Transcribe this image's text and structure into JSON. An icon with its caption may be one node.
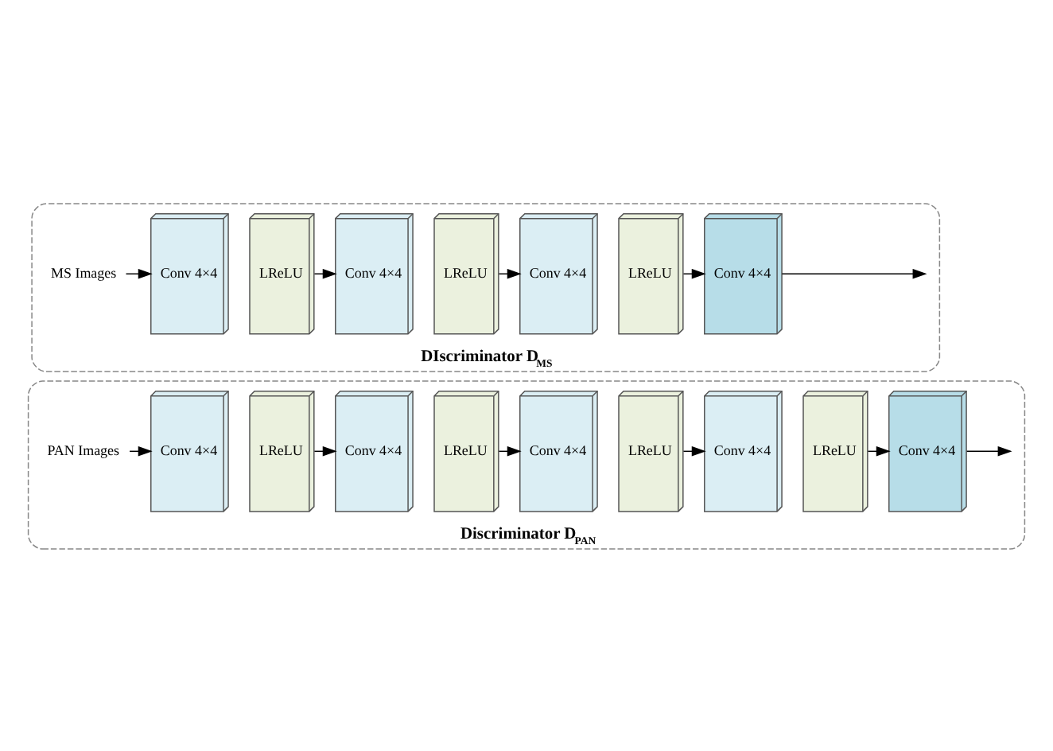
{
  "diagram": {
    "nodes": [
      {
        "text": [
          "DIscriminator D$_{MS}$"
        ]
      },
      {
        "text": [
          "MS Images"
        ],
        "in": 0
      },
      {
        "text": [
          "Conv 4×4"
        ],
        "in": 0
      },
      {
        "text": [
          "LReLU"
        ],
        "in": 0
      },
      {
        "text": [
          "Conv 4×4"
        ],
        "in": 0
      },
      {
        "text": [
          "LReLU"
        ],
        "in": 0
      },
      {
        "text": [
          "Conv 4×4"
        ],
        "in": 0
      },
      {
        "text": [
          "LReLU"
        ],
        "in": 0
      },
      {
        "text": [
          "Conv 4×4"
        ],
        "in": 0
      },
      {
        "text": [
          "Discriminator D$_{PAN}$"
        ]
      },
      {
        "text": [
          "PAN Images"
        ],
        "in": 9
      },
      {
        "text": [
          "Conv 4×4"
        ],
        "in": 9
      },
      {
        "text": [
          "LReLU"
        ],
        "in": 9
      },
      {
        "text": [
          "Conv 4×4"
        ],
        "in": 9
      },
      {
        "text": [
          "LReLU"
        ],
        "in": 9
      },
      {
        "text": [
          "Conv 4×4"
        ],
        "in": 9
      },
      {
        "text": [
          "LReLU"
        ],
        "in": 9
      },
      {
        "text": [
          "Conv 4×4"
        ],
        "in": 9
      },
      {
        "text": [
          "LReLU"
        ],
        "in": 9
      },
      {
        "text": [
          "Conv 4×4"
        ],
        "in": 9
      }
    ],
    "edges": [
      {
        "from": 1,
        "to": 2,
        "arrow": "to"
      },
      {
        "from": 3,
        "to": 4,
        "arrow": "to"
      },
      {
        "from": 5,
        "to": 6,
        "arrow": "to"
      },
      {
        "from": 7,
        "to": 8,
        "arrow": "to"
      },
      {
        "from": 8,
        "to": null,
        "arrow": "to"
      },
      {
        "from": 10,
        "to": 11,
        "arrow": "to"
      },
      {
        "from": 12,
        "to": 13,
        "arrow": "to"
      },
      {
        "from": 14,
        "to": 15,
        "arrow": "to"
      },
      {
        "from": 16,
        "to": 17,
        "arrow": "to"
      },
      {
        "from": 18,
        "to": 19,
        "arrow": "to"
      },
      {
        "from": 19,
        "to": null,
        "arrow": "to"
      }
    ]
  }
}
